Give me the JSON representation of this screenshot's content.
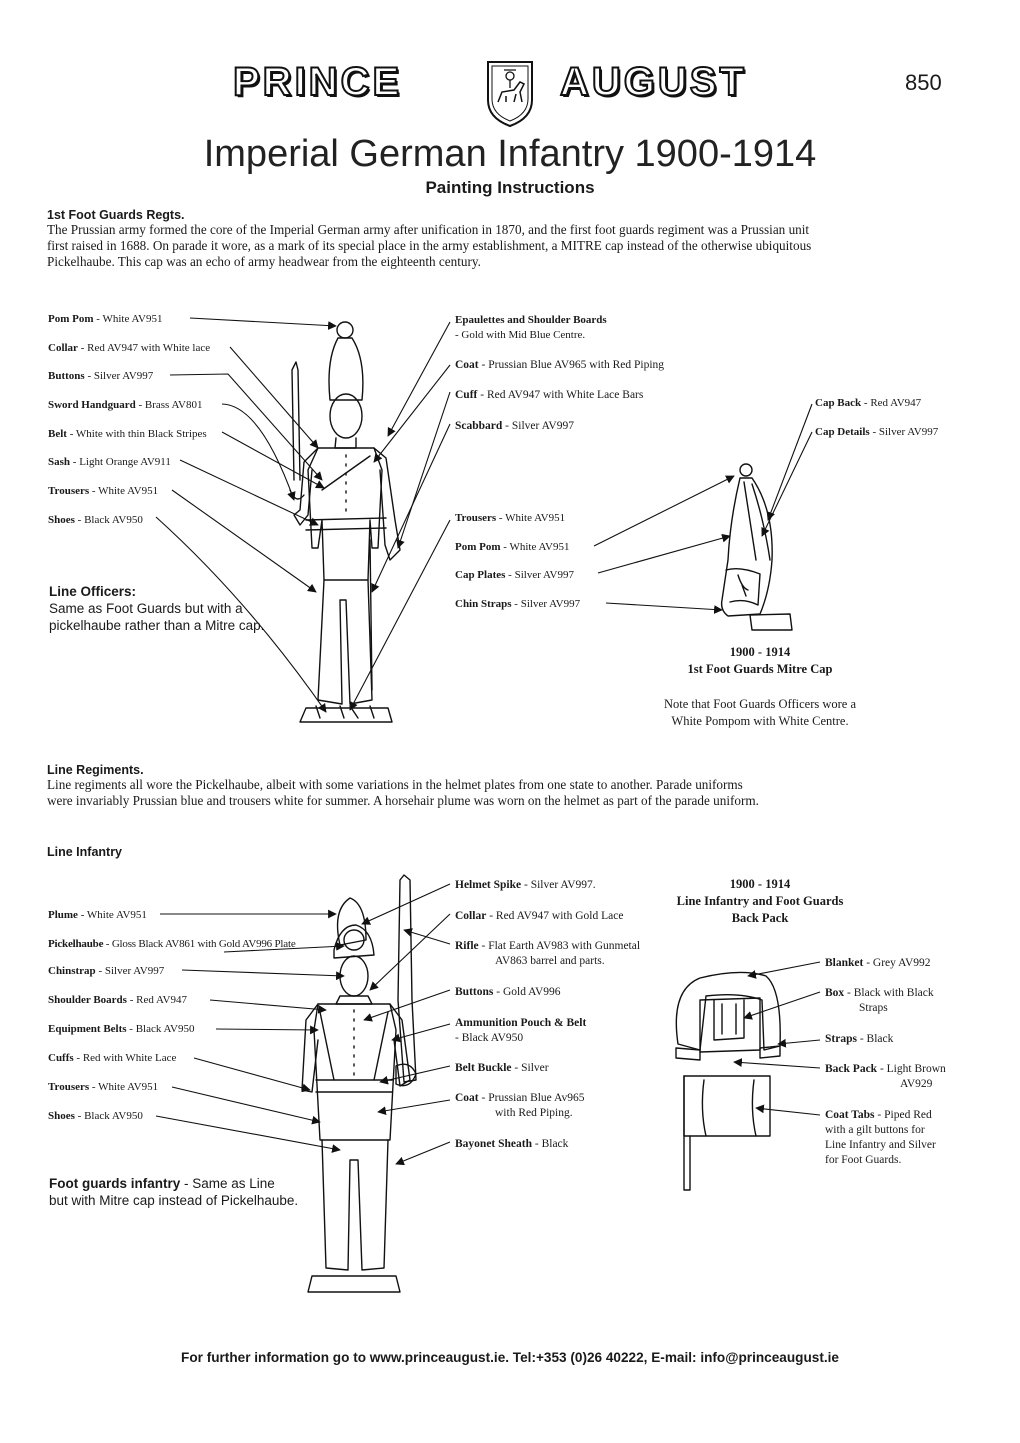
{
  "header": {
    "brand_left": "PRINCE",
    "brand_right": "AUGUST",
    "catalog_number": "850",
    "title": "Imperial German Infantry 1900-1914",
    "subtitle": "Painting Instructions"
  },
  "section1": {
    "heading": "1st Foot Guards Regts.",
    "line1": "The Prussian army formed the core of the Imperial German army after unification in 1870, and the first foot guards regiment was a Prussian unit",
    "line2": "first raised in 1688. On parade it wore, as a mark of its special place in the army establishment, a MITRE cap instead of the otherwise ubiquitous",
    "line3": "Pickelhaube. This cap was an echo of army headwear from the eighteenth century."
  },
  "fig1": {
    "left_labels": [
      {
        "name": "Pom Pom",
        "detail": " - White AV951"
      },
      {
        "name": "Collar",
        "detail": " - Red AV947 with White lace"
      },
      {
        "name": "Buttons",
        "detail": " - Silver AV997"
      },
      {
        "name": "Sword Handguard",
        "detail": " - Brass AV801"
      },
      {
        "name": "Belt",
        "detail": " - White with thin Black Stripes"
      },
      {
        "name": "Sash",
        "detail": " - Light Orange AV911"
      },
      {
        "name": "Trousers",
        "detail": " - White AV951"
      },
      {
        "name": "Shoes",
        "detail": " - Black AV950"
      }
    ],
    "right_labels": [
      {
        "name": "Epaulettes and Shoulder Boards",
        "detail": "",
        "line2": "- Gold with Mid Blue Centre."
      },
      {
        "name": "Coat",
        "detail": " - Prussian Blue AV965 with Red Piping"
      },
      {
        "name": "Cuff",
        "detail": " - Red AV947 with White Lace Bars"
      },
      {
        "name": "Scabbard",
        "detail": " - Silver AV997"
      },
      {
        "name": "Trousers",
        "detail": " - White AV951"
      },
      {
        "name": "Pom Pom",
        "detail": " - White AV951"
      },
      {
        "name": "Cap Plates",
        "detail": " - Silver AV997"
      },
      {
        "name": "Chin Straps",
        "detail": " - Silver AV997"
      }
    ],
    "cap_labels": [
      {
        "name": "Cap Back",
        "detail": " - Red AV947"
      },
      {
        "name": "Cap Details",
        "detail": " - Silver AV997"
      }
    ],
    "line_officers": {
      "heading": "Line Officers:",
      "line1": "Same as Foot Guards but with a",
      "line2": "pickelhaube rather than a Mitre cap."
    },
    "cap_caption": {
      "line1": "1900 - 1914",
      "line2": "1st Foot Guards Mitre Cap"
    },
    "cap_note": {
      "line1": "Note that Foot Guards Officers wore a",
      "line2": "White Pompom with White Centre."
    }
  },
  "section2": {
    "heading": "Line Regiments.",
    "line1": "Line regiments all wore the Pickelhaube, albeit with some variations  in the helmet plates from one state to another.  Parade uniforms",
    "line2": "were invariably Prussian blue and trousers white for summer. A horsehair plume was worn on the helmet as part of the parade uniform."
  },
  "fig2": {
    "heading": "Line Infantry",
    "left_labels": [
      {
        "name": "Plume",
        "detail": " - White AV951"
      },
      {
        "name": "Pickelhaube",
        "detail": " - Gloss Black AV861 with Gold AV996 Plate"
      },
      {
        "name": "Chinstrap",
        "detail": " - Silver AV997"
      },
      {
        "name": "Shoulder Boards",
        "detail": " - Red AV947"
      },
      {
        "name": "Equipment Belts",
        "detail": " - Black AV950"
      },
      {
        "name": "Cuffs",
        "detail": " - Red with White Lace"
      },
      {
        "name": "Trousers",
        "detail": " - White AV951"
      },
      {
        "name": "Shoes",
        "detail": " - Black AV950"
      }
    ],
    "right_labels": [
      {
        "name": "Helmet Spike",
        "detail": " - Silver AV997."
      },
      {
        "name": "Collar",
        "detail": " - Red AV947 with Gold Lace"
      },
      {
        "name": "Rifle",
        "detail": " - Flat Earth AV983 with Gunmetal",
        "line2": "AV863 barrel and parts."
      },
      {
        "name": "Buttons",
        "detail": " - Gold AV996"
      },
      {
        "name": "Ammunition Pouch & Belt",
        "detail": "",
        "line2": "- Black AV950"
      },
      {
        "name": "Belt Buckle",
        "detail": " - Silver"
      },
      {
        "name": "Coat",
        "detail": " - Prussian Blue Av965",
        "line2": "with Red Piping."
      },
      {
        "name": "Bayonet Sheath",
        "detail": " - Black"
      }
    ],
    "pack_caption": {
      "line1": "1900 - 1914",
      "line2": "Line Infantry and Foot Guards",
      "line3": "Back Pack"
    },
    "pack_labels": [
      {
        "name": "Blanket",
        "detail": " - Grey AV992"
      },
      {
        "name": "Box",
        "detail": " - Black with Black",
        "line2": "Straps"
      },
      {
        "name": "Straps",
        "detail": " - Black"
      },
      {
        "name": "Back Pack",
        "detail": " - Light Brown",
        "line2": "AV929"
      },
      {
        "name": "Coat Tabs",
        "detail": " - Piped Red",
        "line2": "with a gilt buttons for",
        "line3": "Line Infantry and Silver",
        "line4": "for Foot Guards."
      }
    ],
    "foot_guards_note": {
      "bold": "Foot guards infantry",
      "rest": " - Same as Line",
      "line2": "but with Mitre cap instead of Pickelhaube."
    }
  },
  "footer": {
    "text": "For further information go to www.princeaugust.ie. Tel:+353 (0)26 40222, E-mail: info@princeaugust.ie"
  }
}
